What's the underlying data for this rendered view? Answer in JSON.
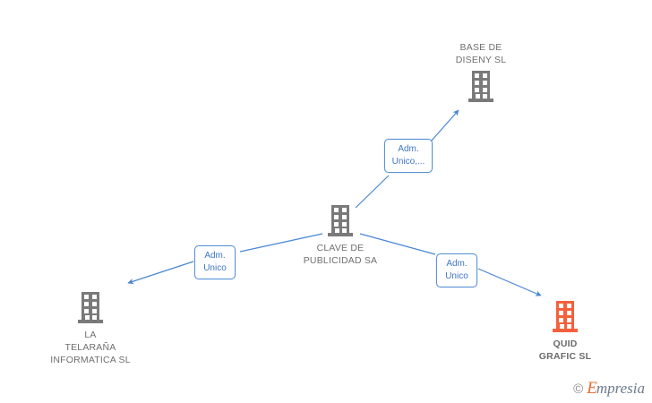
{
  "diagram": {
    "type": "organization-relationship-graph",
    "background_color": "#ffffff",
    "edge_color": "#4a86d4",
    "label_border_color": "#5b93d6",
    "label_text_color": "#3f76c4",
    "node_text_color": "#6f6f6f",
    "icon_gray": "#7a7a7a",
    "icon_orange": "#f4603c"
  },
  "nodes": {
    "center": {
      "name": "CLAVE DE\nPUBLICIDAD SA",
      "icon": "building-icon",
      "icon_color": "#7a7a7a",
      "label_position": "below"
    },
    "top_right": {
      "name": "BASE DE\nDISENY SL",
      "icon": "building-icon",
      "icon_color": "#7a7a7a",
      "label_position": "above"
    },
    "bottom_left": {
      "name": "LA\nTELARAÑA\nINFORMATICA SL",
      "icon": "building-icon",
      "icon_color": "#7a7a7a",
      "label_position": "below"
    },
    "bottom_right": {
      "name": "QUID\nGRAFIC SL",
      "icon": "building-icon",
      "icon_color": "#f4603c",
      "label_position": "below"
    }
  },
  "edges": [
    {
      "id": "edge-to-base-de-diseny",
      "from": "CLAVE DE PUBLICIDAD SA",
      "to": "BASE DE DISENY SL",
      "label": "Adm.\nUnico,...",
      "direction": "up-right"
    },
    {
      "id": "edge-to-la-telarana",
      "from": "CLAVE DE PUBLICIDAD SA",
      "to": "LA TELARAÑA INFORMATICA SL",
      "label": "Adm.\nUnico",
      "direction": "down-left"
    },
    {
      "id": "edge-to-quid-grafic",
      "from": "CLAVE DE PUBLICIDAD SA",
      "to": "QUID GRAFIC SL",
      "label": "Adm.\nUnico",
      "direction": "down-right"
    }
  ],
  "watermark": {
    "copyright": "©",
    "brand_initial": "E",
    "brand_rest": "mpresia"
  }
}
